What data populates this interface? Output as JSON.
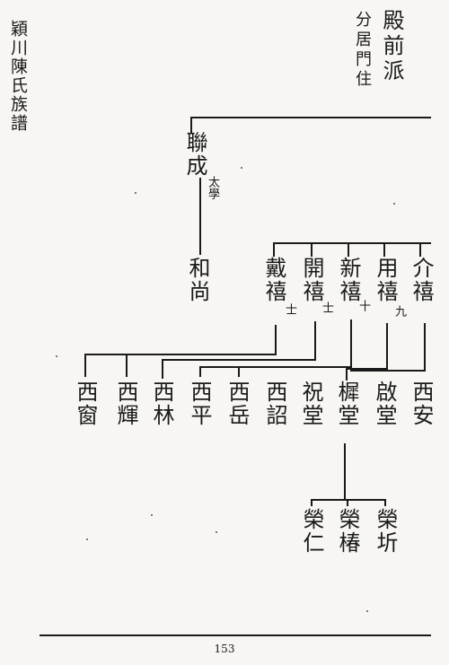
{
  "sidebar": {
    "title": "穎川陳氏族譜"
  },
  "header": {
    "main": "殿前派",
    "sub": "分居門住"
  },
  "gen1": {
    "name": "聯成",
    "note": "太學",
    "son": "和尚"
  },
  "gen2": [
    {
      "name": "戴禧",
      "note": "士"
    },
    {
      "name": "開禧",
      "note": "士"
    },
    {
      "name": "新禧",
      "note": "十"
    },
    {
      "name": "用禧",
      "note": "九"
    },
    {
      "name": "介禧",
      "note": ""
    }
  ],
  "gen3": [
    "西窗",
    "西輝",
    "西林",
    "西平",
    "西岳",
    "西詔",
    "祝堂",
    "樨堂",
    "啟堂",
    "西安"
  ],
  "gen4": [
    "榮仁",
    "榮椿",
    "榮圻"
  ],
  "footer": {
    "page_number": "153"
  }
}
